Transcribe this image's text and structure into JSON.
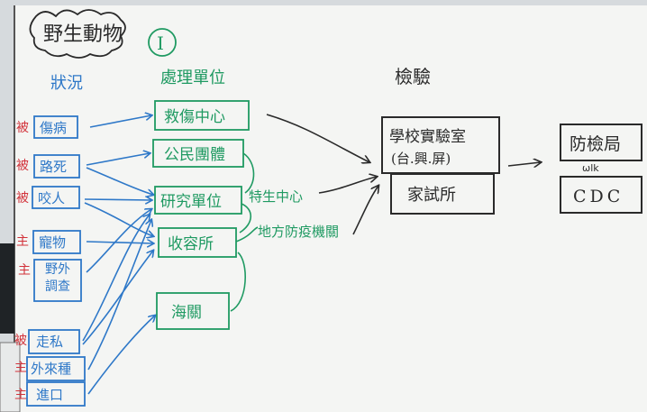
{
  "title": "野生動物",
  "title_mark": "I",
  "headings": {
    "situation": "狀況",
    "handler": "處理單位",
    "testing": "檢驗"
  },
  "situations": [
    {
      "tag": "被",
      "label": "傷病",
      "tag_color": "#d2323a"
    },
    {
      "tag": "被",
      "label": "路死",
      "tag_color": "#d2323a"
    },
    {
      "tag": "被",
      "label": "咬人",
      "tag_color": "#d2323a"
    },
    {
      "tag": "主",
      "label": "寵物",
      "tag_color": "#d2323a"
    },
    {
      "tag": "主",
      "label": "野外調查",
      "tag_color": "#d2323a"
    },
    {
      "tag": "被",
      "label": "走私",
      "tag_color": "#d2323a"
    },
    {
      "tag": "主",
      "label": "外來種",
      "tag_color": "#d2323a"
    },
    {
      "tag": "主",
      "label": "進口",
      "tag_color": "#d2323a"
    }
  ],
  "handlers": [
    "救傷中心",
    "公民團體",
    "研究單位",
    "收容所",
    "海關"
  ],
  "intermediate": [
    "特生中心",
    "地方防疫機關"
  ],
  "labs": [
    "學校實驗室",
    "(台.興.屏)",
    "家試所"
  ],
  "authorities": [
    "防檢局",
    "CDC"
  ],
  "connector_label": "ωlk",
  "colors": {
    "blue": "#2e78c8",
    "green": "#1f9a62",
    "black": "#2a2a2a",
    "red": "#d2323a",
    "board": "#f4f5f3"
  }
}
